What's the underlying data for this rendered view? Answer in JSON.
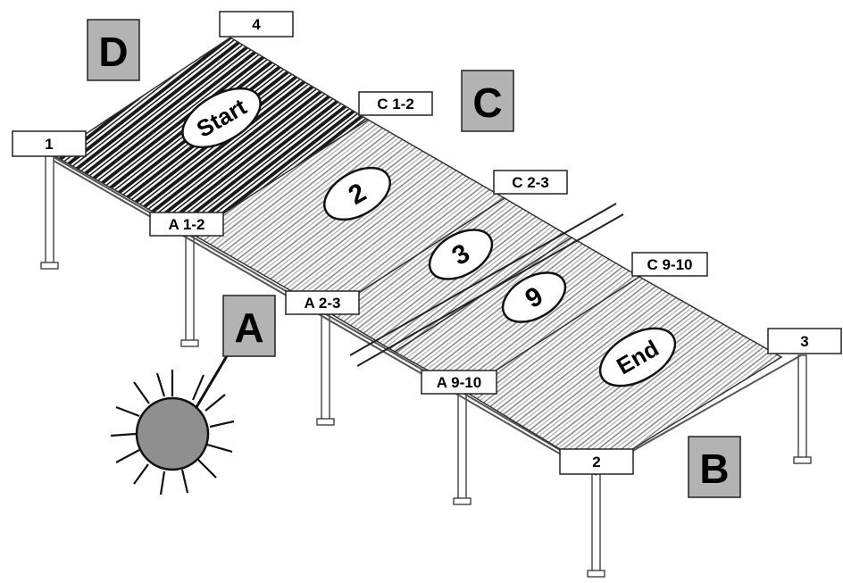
{
  "colors": {
    "side_box_fill": "#b3b3b3",
    "sun_fill": "#8f8f8f",
    "dark_panel": "#222222",
    "light_panel": "#9a9a9a",
    "label_fill": "#ffffff"
  },
  "icons": {
    "sun": "sun-icon"
  },
  "corners": {
    "c1": "1",
    "c2": "2",
    "c3": "3",
    "c4": "4"
  },
  "sides": {
    "a": "A",
    "b": "B",
    "c": "C",
    "d": "D"
  },
  "joints": {
    "a12": "A 1-2",
    "a23": "A 2-3",
    "a910": "A 9-10",
    "c12": "C 1-2",
    "c23": "C 2-3",
    "c910": "C 9-10"
  },
  "panels": {
    "start": "Start",
    "p2": "2",
    "p3": "3",
    "p9": "9",
    "end": "End"
  }
}
